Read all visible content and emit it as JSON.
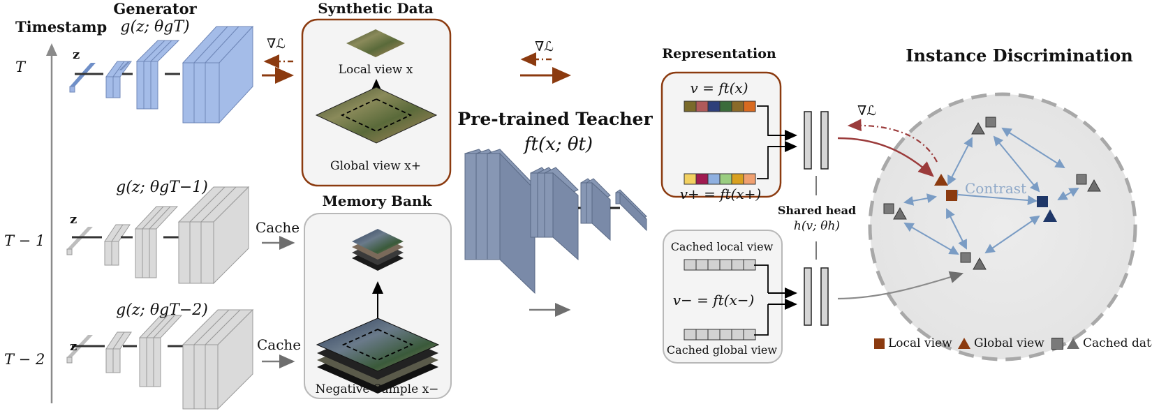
{
  "timeline": {
    "title": "Timestamp",
    "t": "T",
    "t1": "T − 1",
    "t2": "T − 2"
  },
  "generator": {
    "title": "Generator",
    "formula_top": "g(z; θgT)",
    "formula_mid": "g(z; θgT−1)",
    "formula_bot": "g(z; θgT−2)",
    "z_label": "z"
  },
  "grad": "∇ℒ",
  "cache_label": "Cache",
  "synthetic": {
    "title": "Synthetic Data",
    "local_view": "Local view x",
    "global_view": "Global view x+"
  },
  "memory": {
    "title": "Memory Bank",
    "negative": "Negative Sample x−"
  },
  "teacher": {
    "title": "Pre-trained Teacher",
    "formula": "ft(x; θt)"
  },
  "representation": {
    "title": "Representation",
    "v_formula": "v = ft(x)",
    "vplus_formula": "v+ = ft(x+)",
    "v_colors": [
      "#7a6a2a",
      "#b05a5a",
      "#2e3f7a",
      "#3b6b3b",
      "#8a6a2a",
      "#d86a20"
    ],
    "vplus_colors": [
      "#f2d060",
      "#a01a50",
      "#8fb0e0",
      "#9acd80",
      "#d8a020",
      "#f0a070"
    ]
  },
  "cached": {
    "local": "Cached local view",
    "vminus_formula": "v− = ft(x−)",
    "global": "Cached global view"
  },
  "shared_head": {
    "title": "Shared head",
    "formula": "h(v; θh)"
  },
  "instance": {
    "title": "Instance Discrimination",
    "contrast": "Contrast"
  },
  "legend": {
    "local": "Local view",
    "global": "Global view",
    "cached": "Cached data",
    "local_color": "#8b3a0f",
    "global_color": "#8b3a0f",
    "cached_color": "#6e6e6e",
    "accent_dark_blue": "#1f3768"
  }
}
